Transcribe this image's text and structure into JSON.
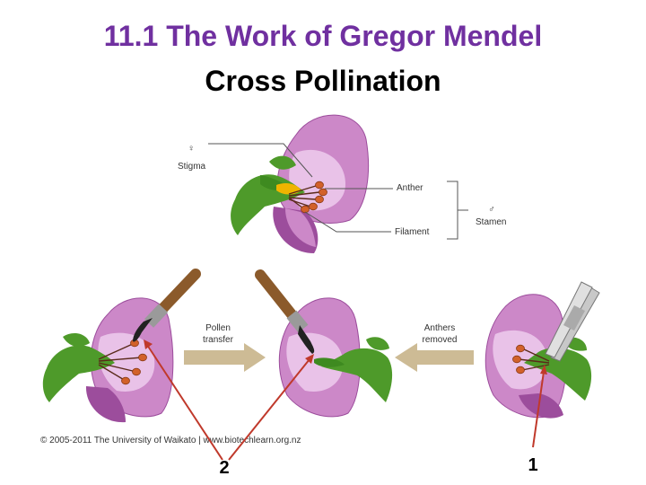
{
  "slide": {
    "title_line1": "11.1 The Work of Gregor Mendel",
    "title_line2": "Cross Pollination"
  },
  "diagram": {
    "female_symbol": "♀",
    "male_symbol": "♂",
    "labels": {
      "stigma": "Stigma",
      "anther": "Anther",
      "filament": "Filament",
      "stamen": "Stamen",
      "pollen_transfer_1": "Pollen",
      "pollen_transfer_2": "transfer",
      "anthers_removed_1": "Anthers",
      "anthers_removed_2": "removed"
    },
    "copyright": "© 2005-2011 The University of Waikato | www.biotechlearn.org.nz",
    "step_numbers": [
      "2",
      "1"
    ],
    "colors": {
      "petal": "#cc88c8",
      "petal_light": "#e9c2e8",
      "petal_dark": "#9c4d9c",
      "sepal": "#4e9a2a",
      "anther": "#d2612a",
      "arrow": "#cdbb95",
      "pointer": "#c0392b",
      "title_purple": "#7030a0"
    }
  }
}
